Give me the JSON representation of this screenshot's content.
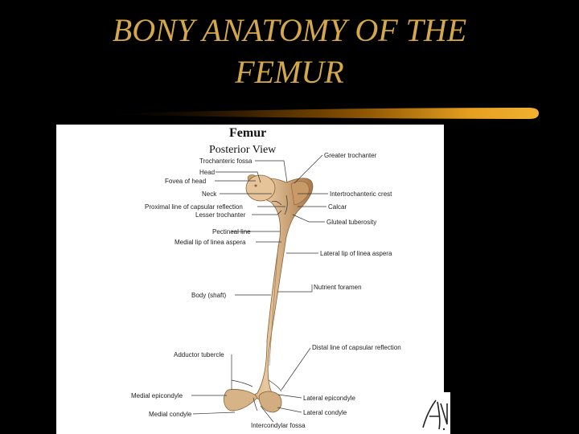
{
  "slide": {
    "title_line1": "BONY ANATOMY OF THE",
    "title_line2": "FEMUR"
  },
  "colors": {
    "background": "#000000",
    "title": "#d4a84a",
    "bar_gold": "#e6a020",
    "bar_dark": "#5a3200",
    "bone": "#d9b58a",
    "bone_shade": "#b98a5a"
  },
  "figure": {
    "title": "Femur",
    "subtitle": "Posterior View",
    "labels_left": [
      "Trochanteric fossa",
      "Head",
      "Fovea of head",
      "Neck",
      "Proximal line of capsular reflection",
      "Lesser trochanter",
      "Pectineal line",
      "Medial lip of linea aspera",
      "Body (shaft)",
      "Adductor tubercle",
      "Medial epicondyle",
      "Medial condyle"
    ],
    "labels_right": [
      "Greater trochanter",
      "Intertrochanteric crest",
      "Calcar",
      "Gluteal tuberosity",
      "Lateral lip of linea aspera",
      "Nutrient foramen",
      "Distal line of capsular reflection",
      "Lateral epicondyle",
      "Lateral condyle"
    ],
    "label_bottom": "Intercondylar fossa",
    "signature": "F.N."
  }
}
